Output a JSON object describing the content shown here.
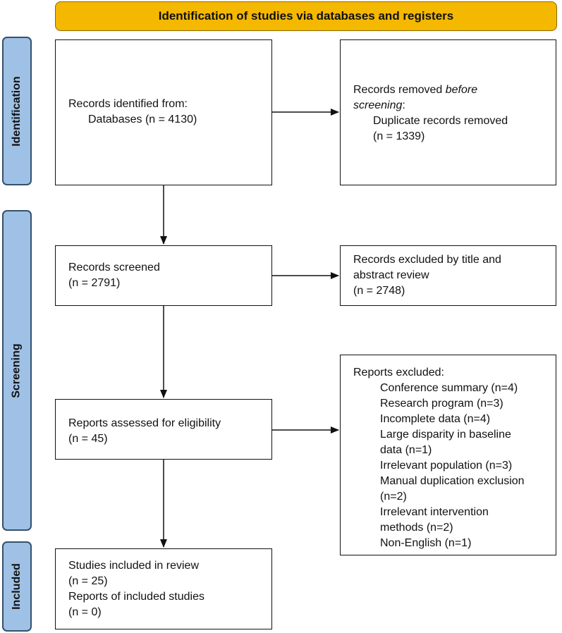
{
  "header": {
    "title": "Identification of studies via databases and registers"
  },
  "stages": {
    "identification": "Identification",
    "screening": "Screening",
    "included": "Included"
  },
  "identified": {
    "line1": "Records identified from:",
    "line2": "Databases (n = 4130)"
  },
  "removed": {
    "line1": "Records removed ",
    "line1_italic": "before",
    "line2_italic": "screening",
    "line2_rest": ":",
    "line3": "Duplicate records removed",
    "line4": "(n = 1339)"
  },
  "screened": {
    "line1": "Records screened",
    "line2": "(n = 2791)"
  },
  "excluded_title": {
    "line1": "Records excluded by title and",
    "line2": "abstract review",
    "line3": "(n = 2748)"
  },
  "assessed": {
    "line1": "Reports assessed for eligibility",
    "line2": "(n = 45)"
  },
  "reports_excluded": {
    "heading": "Reports excluded:",
    "items": [
      "Conference summary (n=4)",
      "Research program (n=3)",
      "Incomplete data (n=4)",
      "Large disparity in baseline",
      "data (n=1)",
      "Irrelevant population (n=3)",
      "Manual duplication exclusion",
      "(n=2)",
      "Irrelevant intervention",
      "methods (n=2)",
      "Non-English (n=1)"
    ]
  },
  "included": {
    "line1": "Studies included in review",
    "line2": "(n = 25)",
    "line3": "Reports of included studies",
    "line4": "(n = 0)"
  }
}
